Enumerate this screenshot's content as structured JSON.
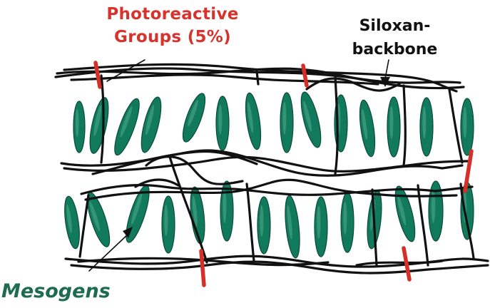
{
  "labels": {
    "photoreactive_line1": "Photoreactive",
    "photoreactive_line2": "Groups (5%)",
    "siloxan_line1": "Siloxan-",
    "siloxan_line2": "backbone",
    "mesogens": "Mesogens"
  },
  "colors": {
    "backbone": "#111111",
    "mesogen_fill": "#127a5c",
    "mesogen_highlight": "#5fb597",
    "photoreactive": "#d42f28",
    "label_photoreactive": "#d9322c",
    "label_siloxan": "#111111",
    "label_mesogens": "#1d6b50"
  }
}
